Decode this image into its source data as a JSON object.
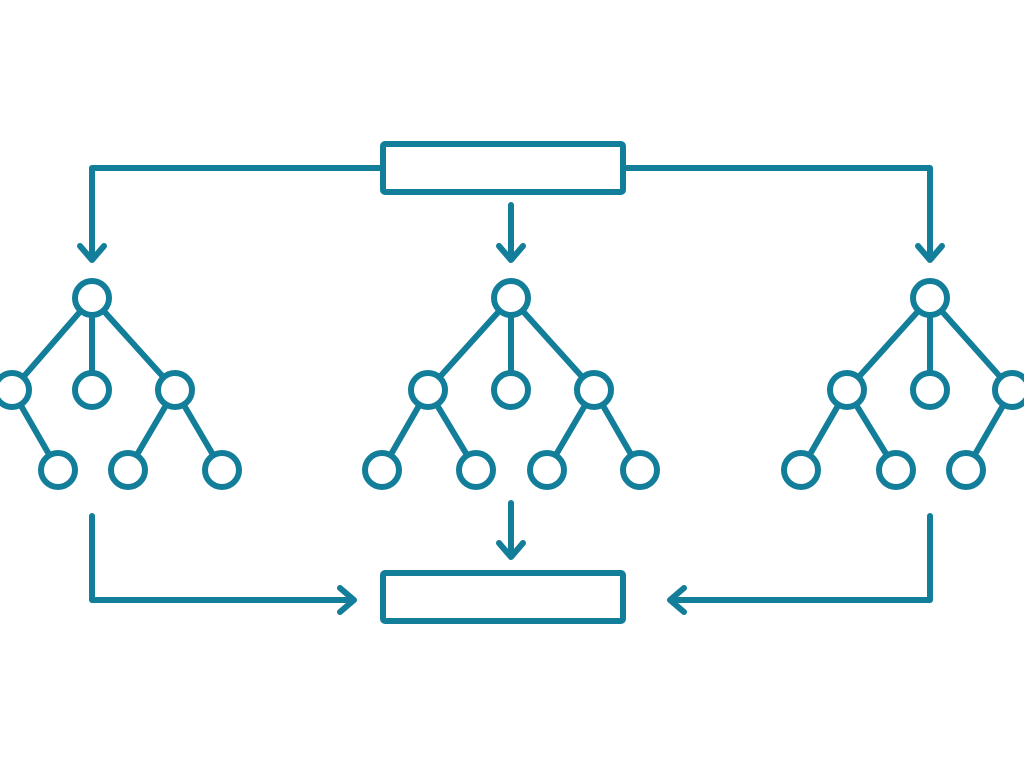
{
  "colors": {
    "stroke": "#127e99",
    "background": "#ffffff"
  },
  "trees": [
    {
      "name": "tree-left",
      "node_count": 8
    },
    {
      "name": "tree-center",
      "node_count": 8
    },
    {
      "name": "tree-right",
      "node_count": 8
    }
  ],
  "boxes": [
    {
      "name": "input-box",
      "label": ""
    },
    {
      "name": "output-box",
      "label": ""
    }
  ]
}
